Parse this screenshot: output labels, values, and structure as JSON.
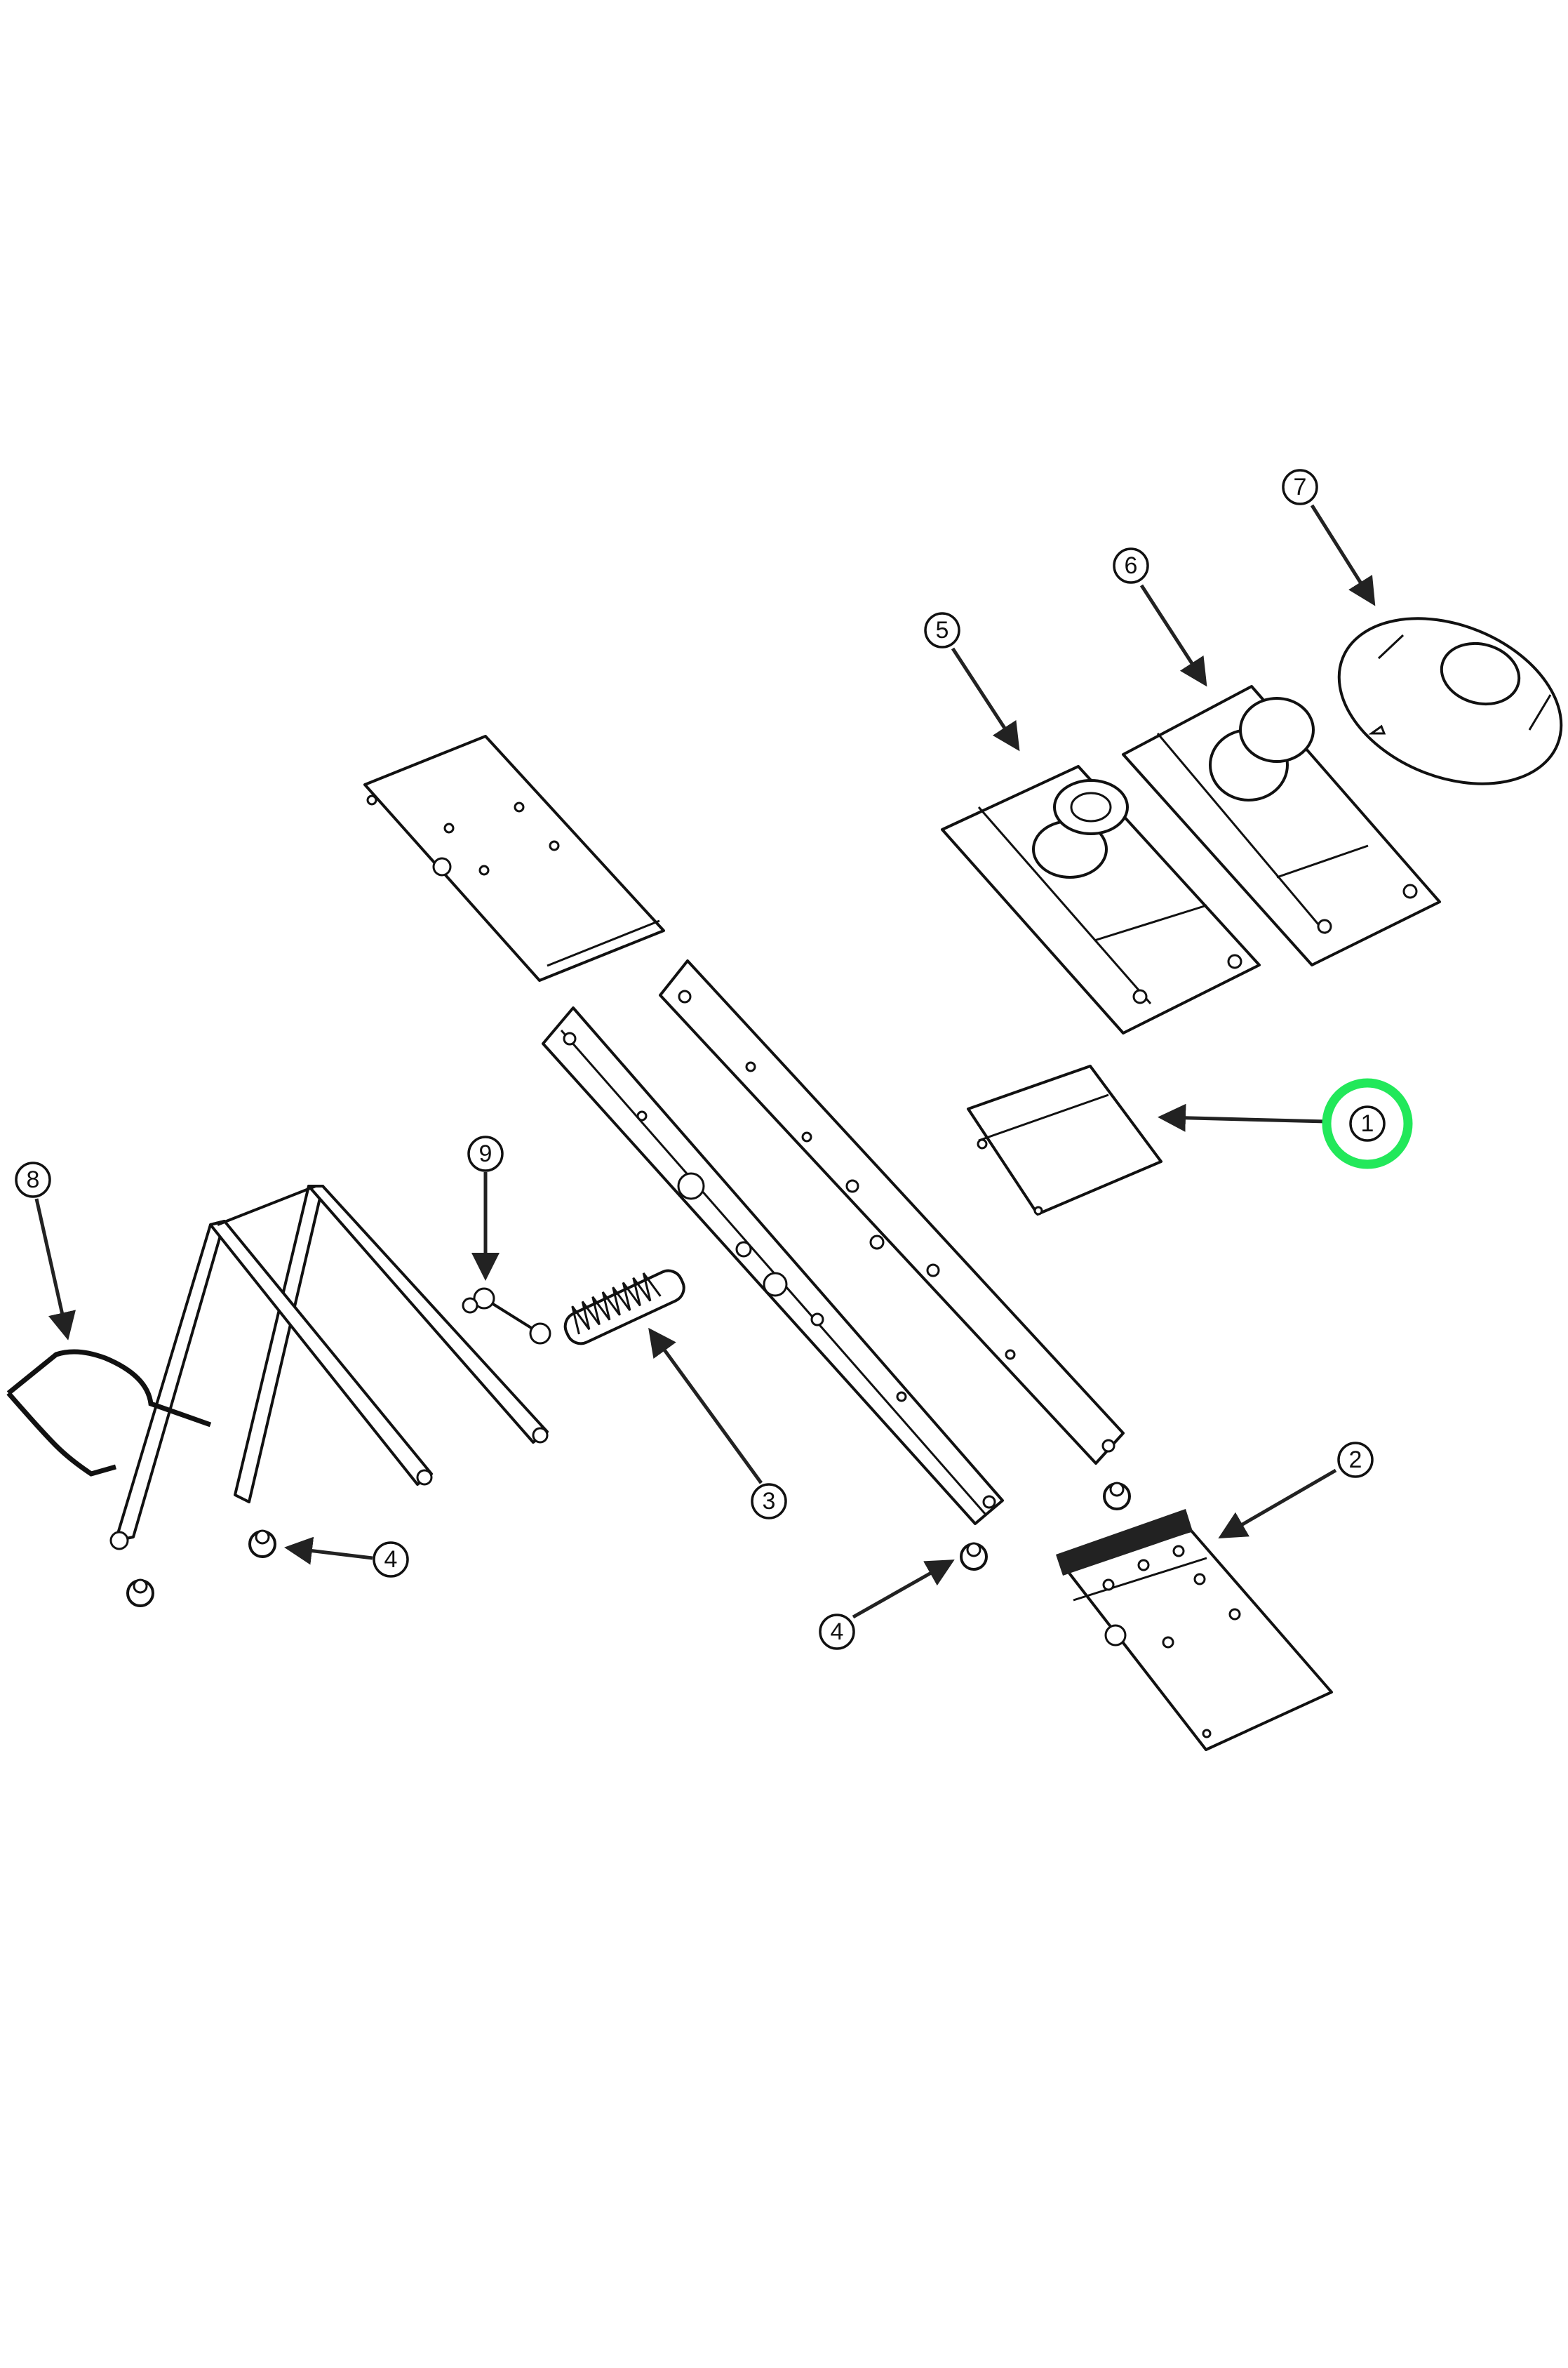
{
  "diagram": {
    "type": "exploded-parts-diagram",
    "highlight_color": "#22e85a",
    "highlighted_callout": "1",
    "callouts": [
      {
        "id": "c1",
        "label": "1"
      },
      {
        "id": "c2",
        "label": "2"
      },
      {
        "id": "c3",
        "label": "3"
      },
      {
        "id": "c4a",
        "label": "4"
      },
      {
        "id": "c4b",
        "label": "4"
      },
      {
        "id": "c5",
        "label": "5"
      },
      {
        "id": "c6",
        "label": "6"
      },
      {
        "id": "c7",
        "label": "7"
      },
      {
        "id": "c8",
        "label": "8"
      },
      {
        "id": "c9",
        "label": "9"
      }
    ]
  }
}
